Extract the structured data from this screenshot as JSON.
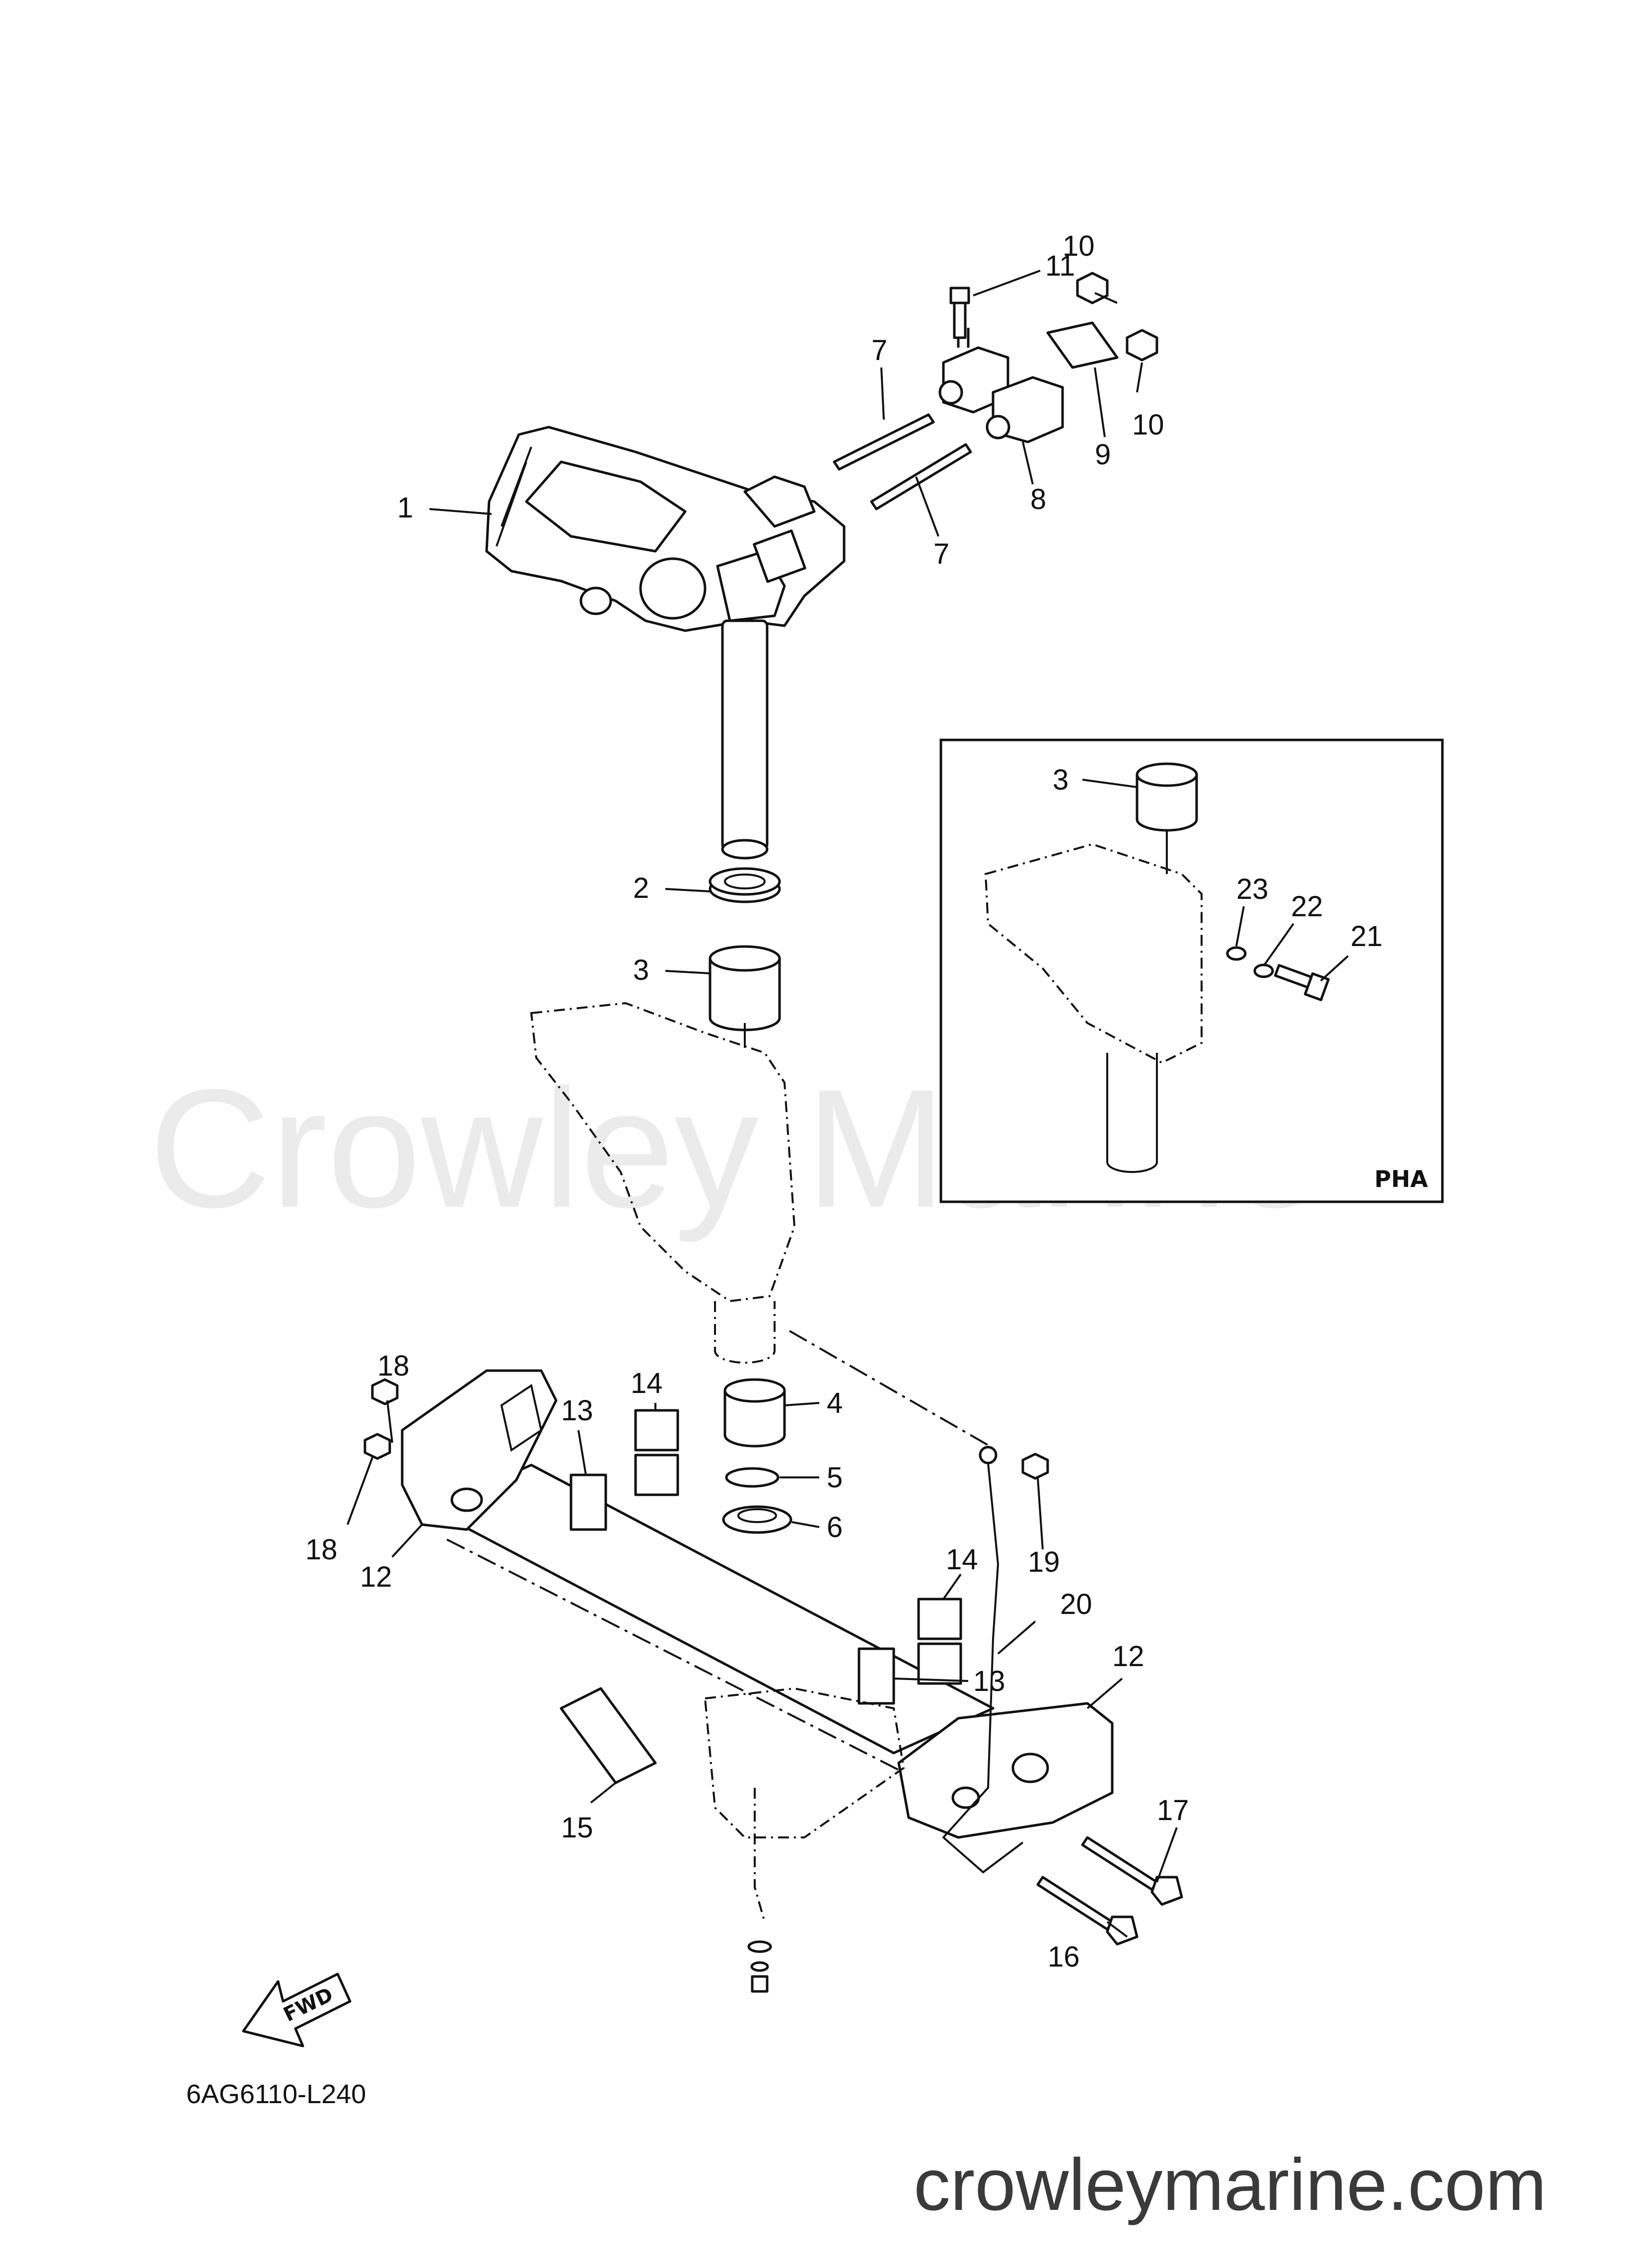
{
  "watermark": "Crowley Marine",
  "website": "crowleymarine.com",
  "diagram_code": "6AG6110-L240",
  "inset_label": "PHA",
  "fwd_label": "FWD",
  "callouts": {
    "c1": "1",
    "c2": "2",
    "c3": "3",
    "c3b": "3",
    "c4": "4",
    "c5": "5",
    "c6": "6",
    "c7a": "7",
    "c7b": "7",
    "c8": "8",
    "c9": "9",
    "c10a": "10",
    "c10b": "10",
    "c11": "11",
    "c12a": "12",
    "c12b": "12",
    "c13a": "13",
    "c13b": "13",
    "c14a": "14",
    "c14b": "14",
    "c15": "15",
    "c16": "16",
    "c17": "17",
    "c18a": "18",
    "c18b": "18",
    "c19": "19",
    "c20": "20",
    "c21": "21",
    "c22": "22",
    "c23": "23"
  }
}
